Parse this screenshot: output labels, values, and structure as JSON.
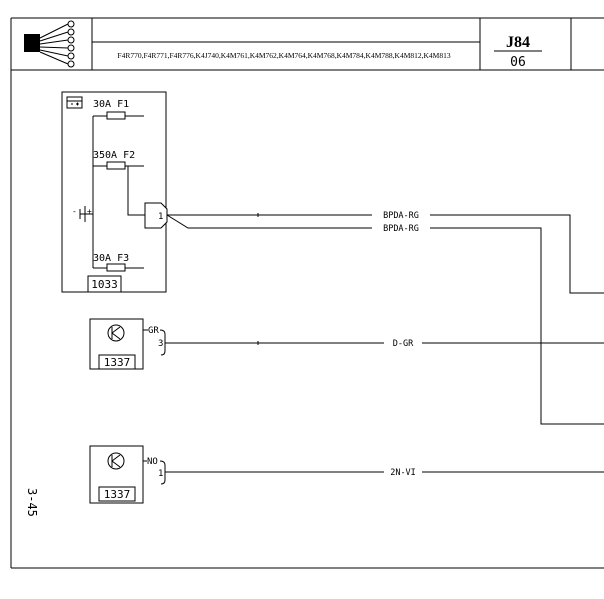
{
  "header": {
    "engine_codes": "F4R770,F4R771,F4R776,K4J740,K4M761,K4M762,K4M764,K4M768,K4M784,K4M788,K4M812,K4M813",
    "sheet_code": "J84",
    "sheet_number": "06"
  },
  "page_ref": "3-45",
  "components": {
    "fuse_box": {
      "id": "1033",
      "fuses": [
        {
          "label": "30A F1"
        },
        {
          "label": "350A F2"
        },
        {
          "label": "30A F3"
        }
      ],
      "battery_symbol": "-|+",
      "connector_pin": "1"
    },
    "sensor_a": {
      "id": "1337",
      "connector_code": "GR",
      "pin": "3"
    },
    "sensor_b": {
      "id": "1337",
      "connector_code": "NO",
      "pin": "1"
    }
  },
  "wires": [
    {
      "label": "BPDA-RG"
    },
    {
      "label": "BPDA-RG"
    },
    {
      "label": "D-GR"
    },
    {
      "label": "2N-VI"
    }
  ],
  "colors": {
    "line": "#000000",
    "background": "#ffffff"
  }
}
